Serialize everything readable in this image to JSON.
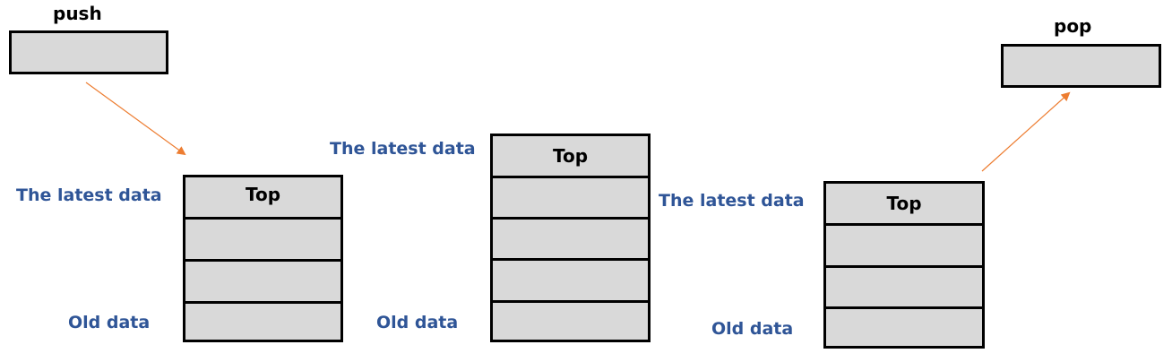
{
  "push_label": "push",
  "pop_label": "pop",
  "stacks": [
    {
      "top_label": "Top",
      "latest_label": "The latest data",
      "old_label": "Old data"
    },
    {
      "top_label": "Top",
      "latest_label": "The latest data",
      "old_label": "Old data"
    },
    {
      "top_label": "Top",
      "latest_label": "The latest data",
      "old_label": "Old data"
    }
  ],
  "colors": {
    "label_blue": "#2f5597",
    "arrow_orange": "#ed7d31",
    "cell_gray": "#d9d9d9"
  }
}
